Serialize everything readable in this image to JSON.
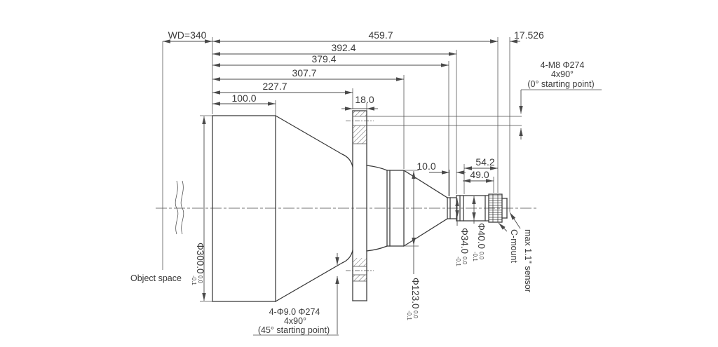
{
  "drawing_title": "Large object-space telecentric lens mechanical drawing",
  "colors": {
    "line": "#383838",
    "dim_line": "#4a4a4a",
    "text": "#3a3a3a",
    "background": "#ffffff"
  },
  "dims": {
    "working_distance": "WD=340",
    "len_total": "459.7",
    "len_392": "392.4",
    "len_379": "379.4",
    "len_307": "307.7",
    "len_227": "227.7",
    "len_100": "100.0",
    "flange_thickness": "18.0",
    "flange_focal_distance": "17.526",
    "len_10": "10.0",
    "len_54": "54.2",
    "len_49": "49.0"
  },
  "diameters": {
    "body": {
      "value": "Φ300.0",
      "tol_upper": "0.0",
      "tol_lower": "-0.1"
    },
    "mid": {
      "value": "Φ123.0",
      "tol_upper": "0.0",
      "tol_lower": "-0.1"
    },
    "neck": {
      "value": "Φ34.0",
      "tol_upper": "0.0",
      "tol_lower": "-0.1"
    },
    "barrel": {
      "value": "Φ40.0",
      "tol_upper": "0.0",
      "tol_lower": "-0.1"
    }
  },
  "annotations": {
    "object_space": "Object space",
    "rear_holes": {
      "line1": "4-M8 Φ274",
      "line2": "4x90°",
      "line3": "(0° starting point)"
    },
    "front_holes": {
      "line1": "4-Φ9.0 Φ274",
      "line2": "4x90°",
      "line3": "(45° starting point)"
    },
    "cmount": "C-mount",
    "sensor": "max 1.1\" sensor"
  }
}
